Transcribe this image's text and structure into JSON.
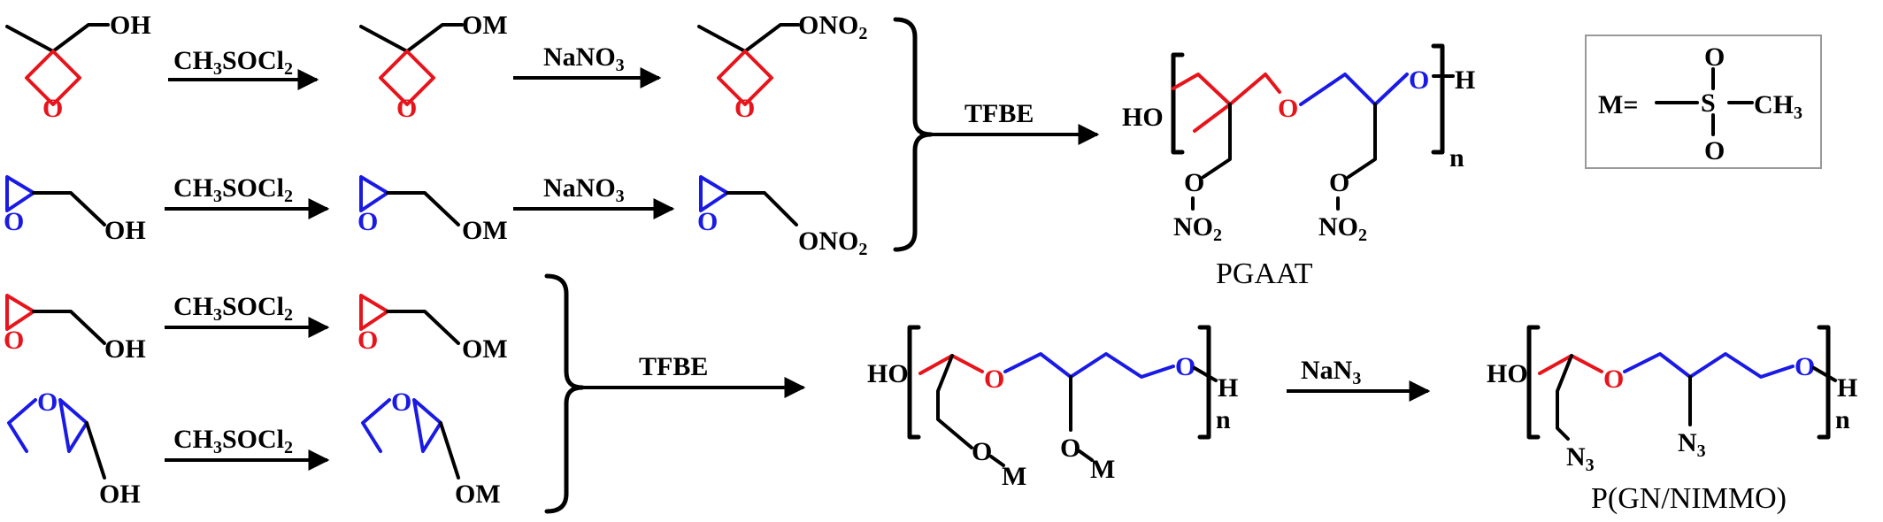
{
  "reagents": {
    "mesyl": "CH3SOCl2",
    "nitrate": "NaNO3",
    "tfbe": "TFBE",
    "azide": "NaN3"
  },
  "groups": {
    "oh": "OH",
    "om": "OM",
    "ono2": "ONO2",
    "no2": "NO2",
    "o": "O",
    "h": "H",
    "n": "n",
    "m": "M",
    "ho": "HO",
    "n3": "N3"
  },
  "definition": {
    "lhs": "M=",
    "s": "S",
    "o": "O",
    "ch3": "CH3"
  },
  "products": {
    "pgaat": "PGAAT",
    "pgn_nimmo": "P(GN/NIMMO)"
  },
  "colors": {
    "red_segment": "#e8141b",
    "blue_segment": "#1a1ae6",
    "black": "#000000"
  }
}
